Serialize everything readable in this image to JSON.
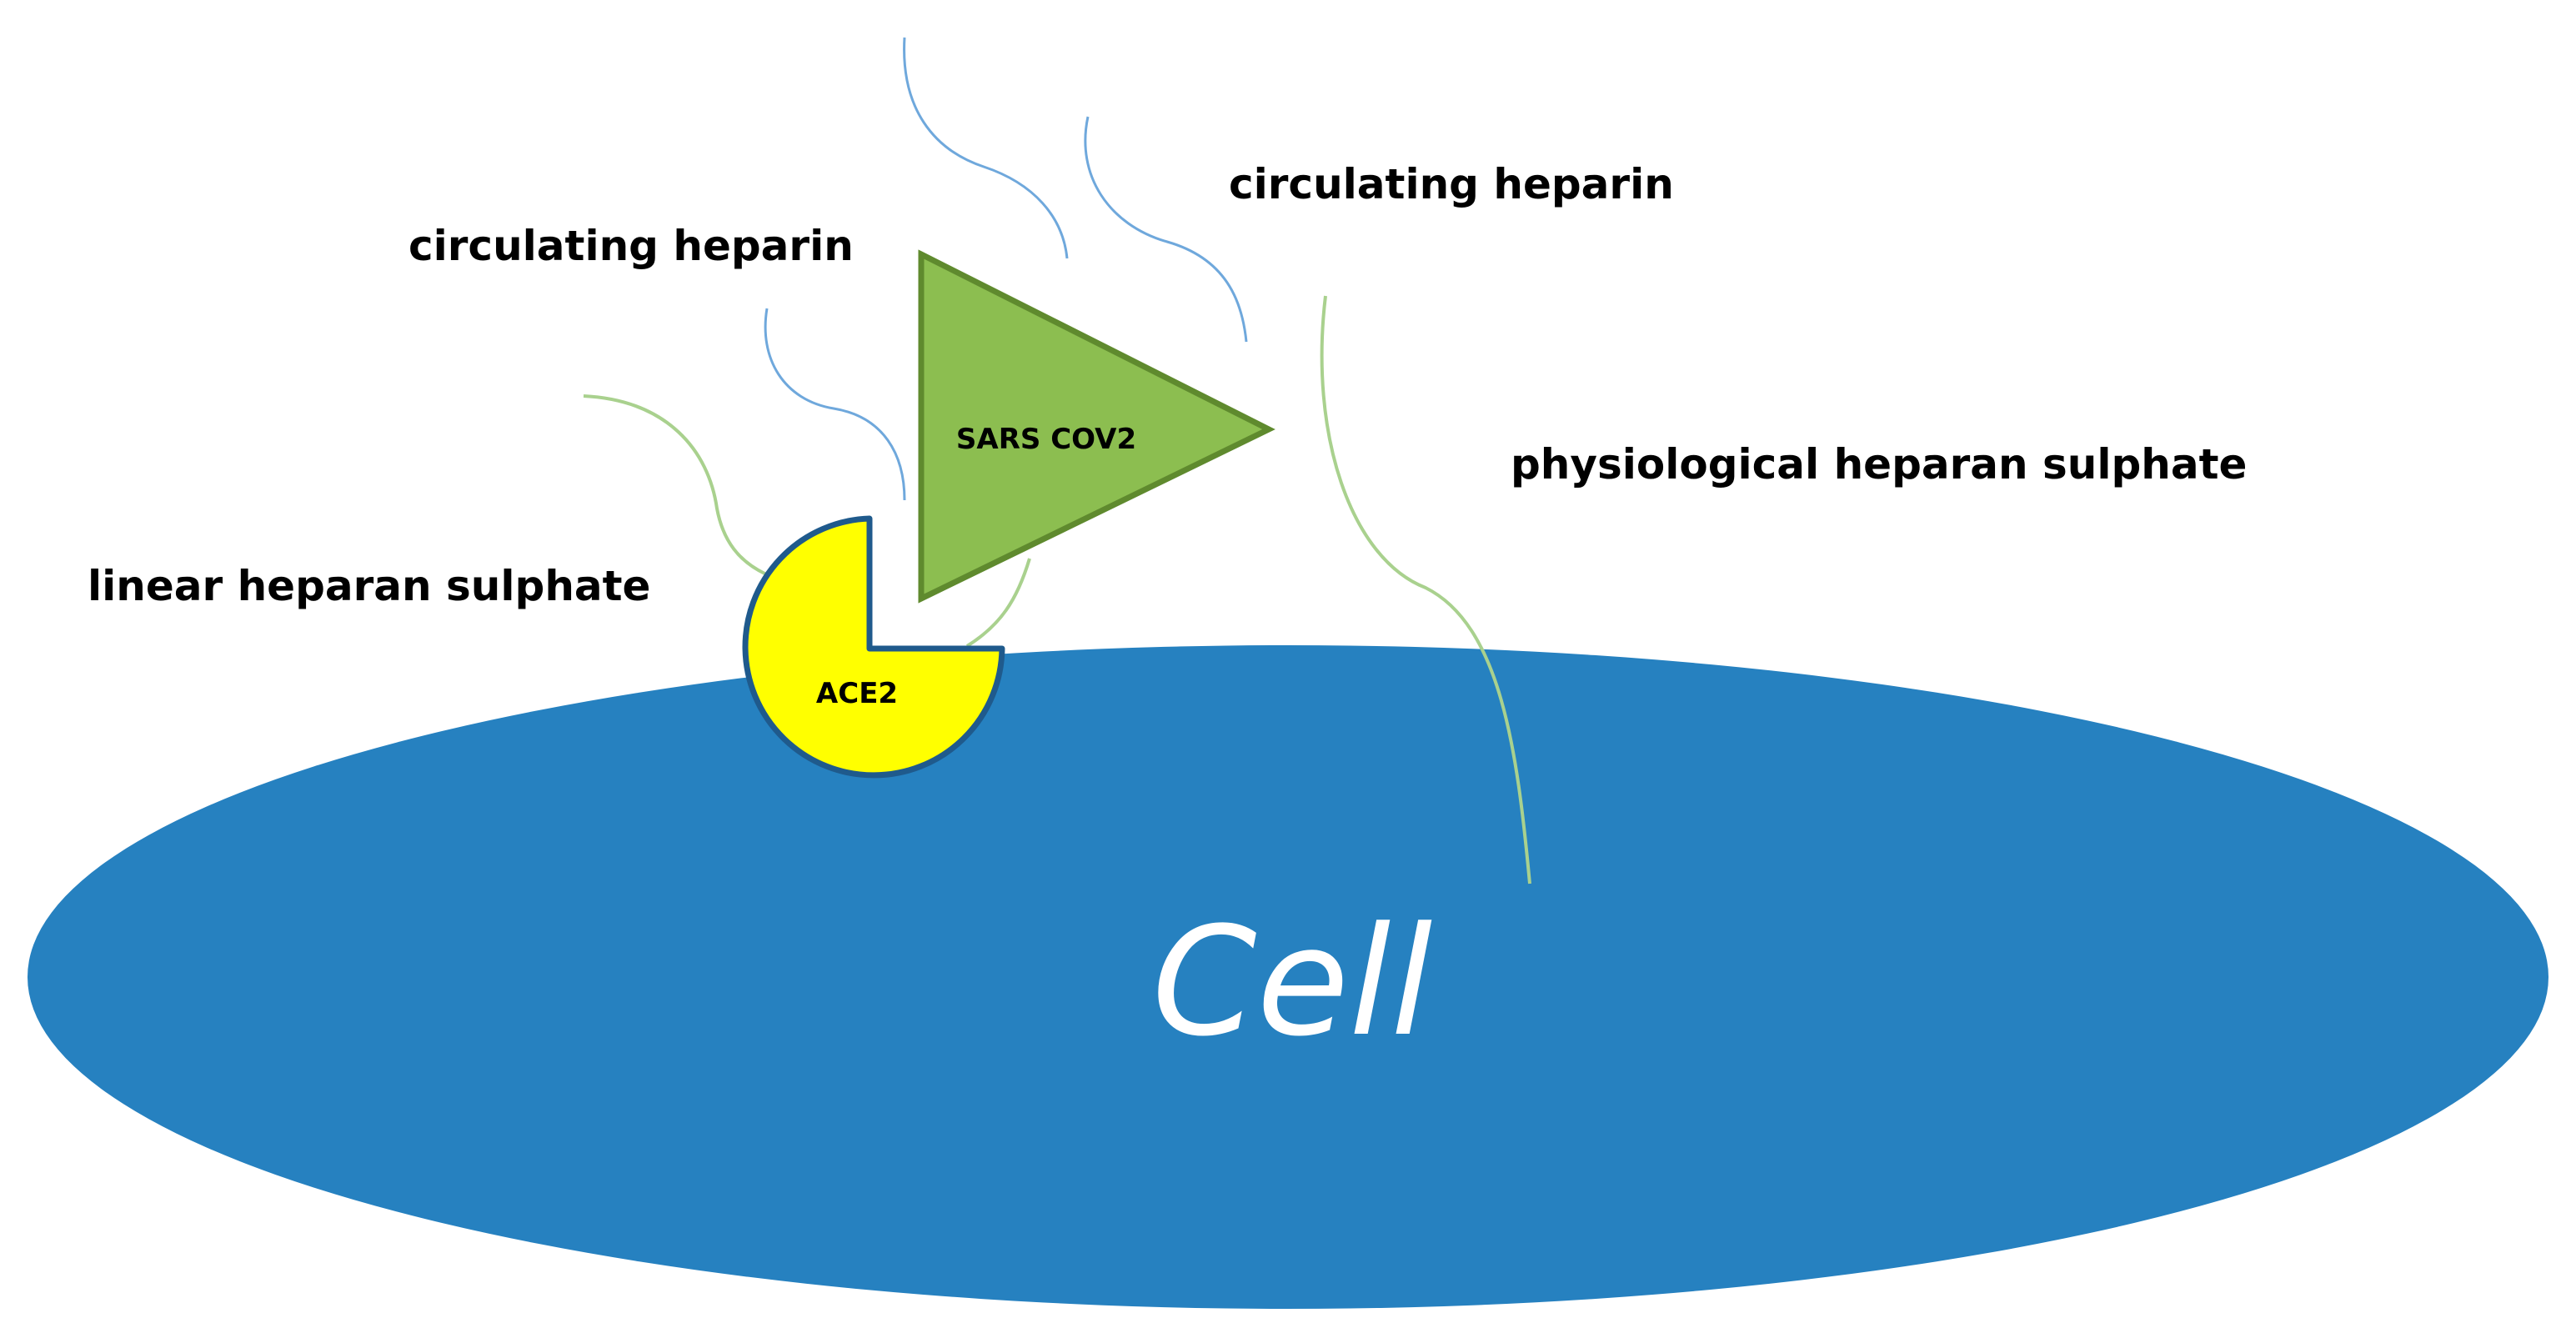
{
  "labels": {
    "circulating_heparin_left": "circulating heparin",
    "circulating_heparin_right": "circulating heparin",
    "physiological_heparan_sulphate": "physiological heparan sulphate",
    "linear_heparan_sulphate": "linear heparan sulphate",
    "sars_cov2": "SARS COV2",
    "ace2": "ACE2",
    "cell": "Cell"
  },
  "colors": {
    "cell_fill": "#2681C0",
    "ace2_fill": "#FFFF00",
    "ace2_stroke": "#1F5A8C",
    "virus_fill": "#8CBE50",
    "virus_stroke": "#5F8A2E",
    "heparin_strand": "#6FA8DC",
    "heparan_strand": "#A9D18E"
  }
}
